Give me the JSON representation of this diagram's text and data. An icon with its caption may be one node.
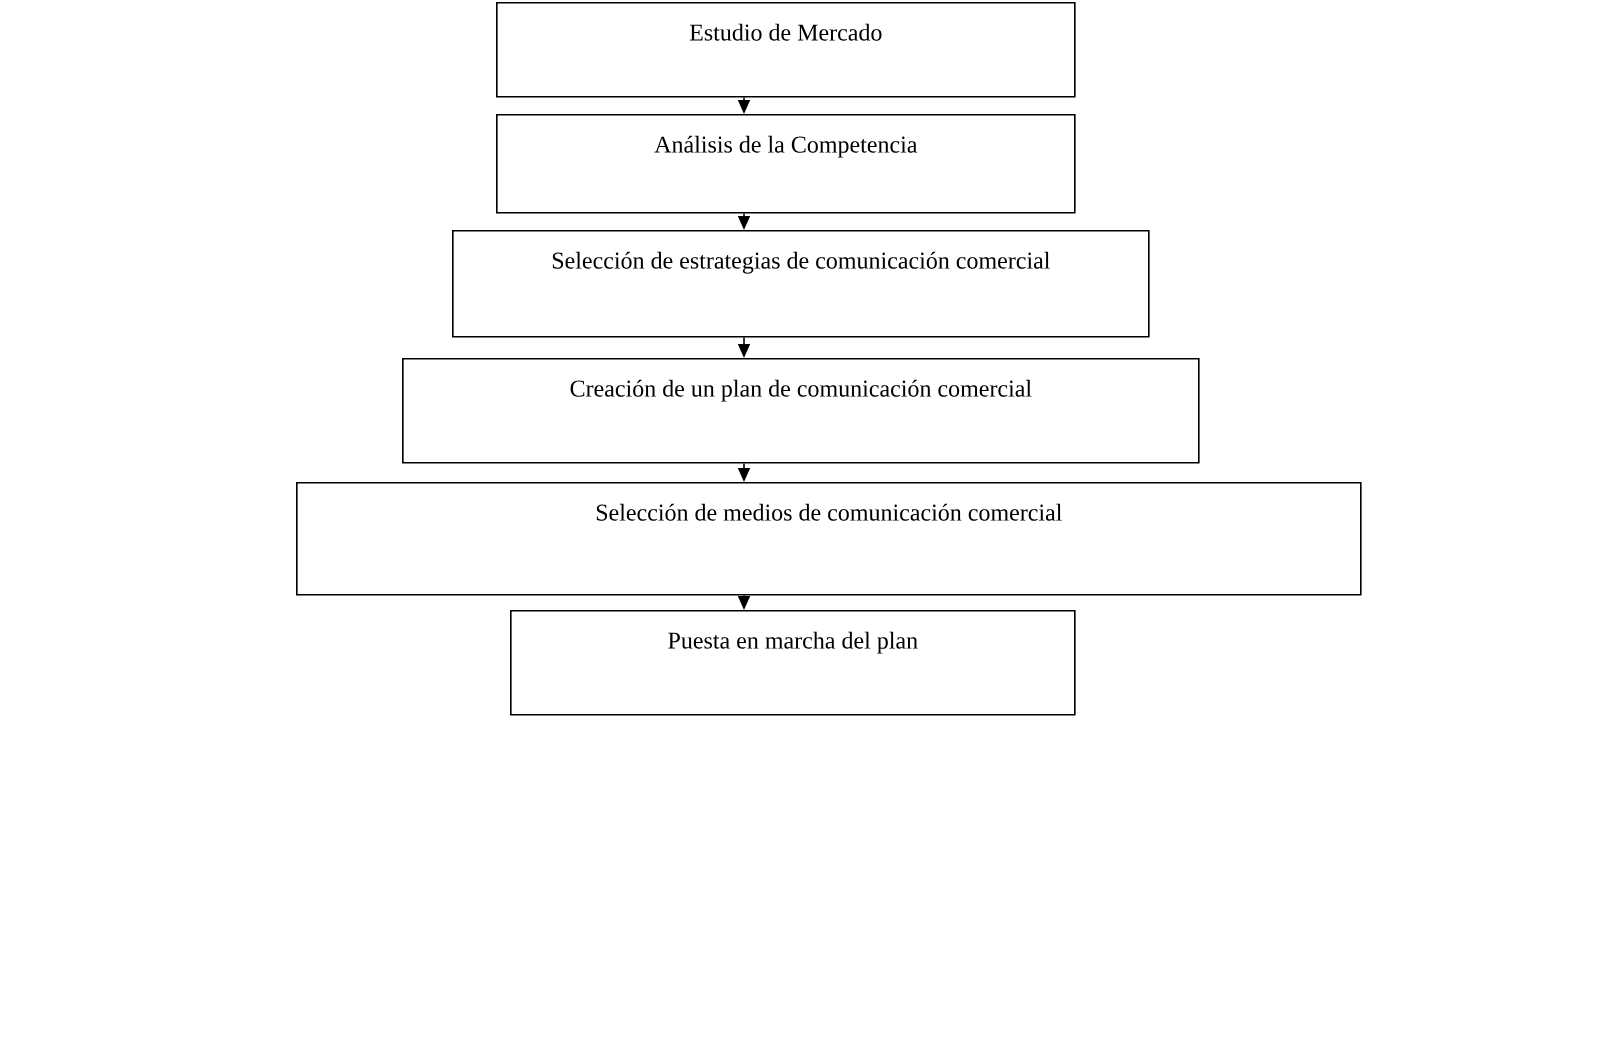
{
  "diagram": {
    "nodes": [
      {
        "text": [
          "Estudio de Mercado"
        ]
      },
      {
        "text": [
          "Análisis de la Competencia"
        ]
      },
      {
        "text": [
          "Selección de estrategias de comunicación comercial"
        ]
      },
      {
        "text": [
          "Creación de un plan de comunicación comercial"
        ]
      },
      {
        "text": [
          "Selección de medios de comunicación comercial"
        ]
      },
      {
        "text": [
          "Puesta en marcha del plan"
        ]
      }
    ],
    "edges": [
      {
        "from": 0,
        "to": 1,
        "arrow": "to"
      },
      {
        "from": 1,
        "to": 2,
        "arrow": "to"
      },
      {
        "from": 2,
        "to": 3,
        "arrow": "to"
      },
      {
        "from": 3,
        "to": 4,
        "arrow": "to"
      },
      {
        "from": 4,
        "to": 5,
        "arrow": "to"
      }
    ]
  }
}
